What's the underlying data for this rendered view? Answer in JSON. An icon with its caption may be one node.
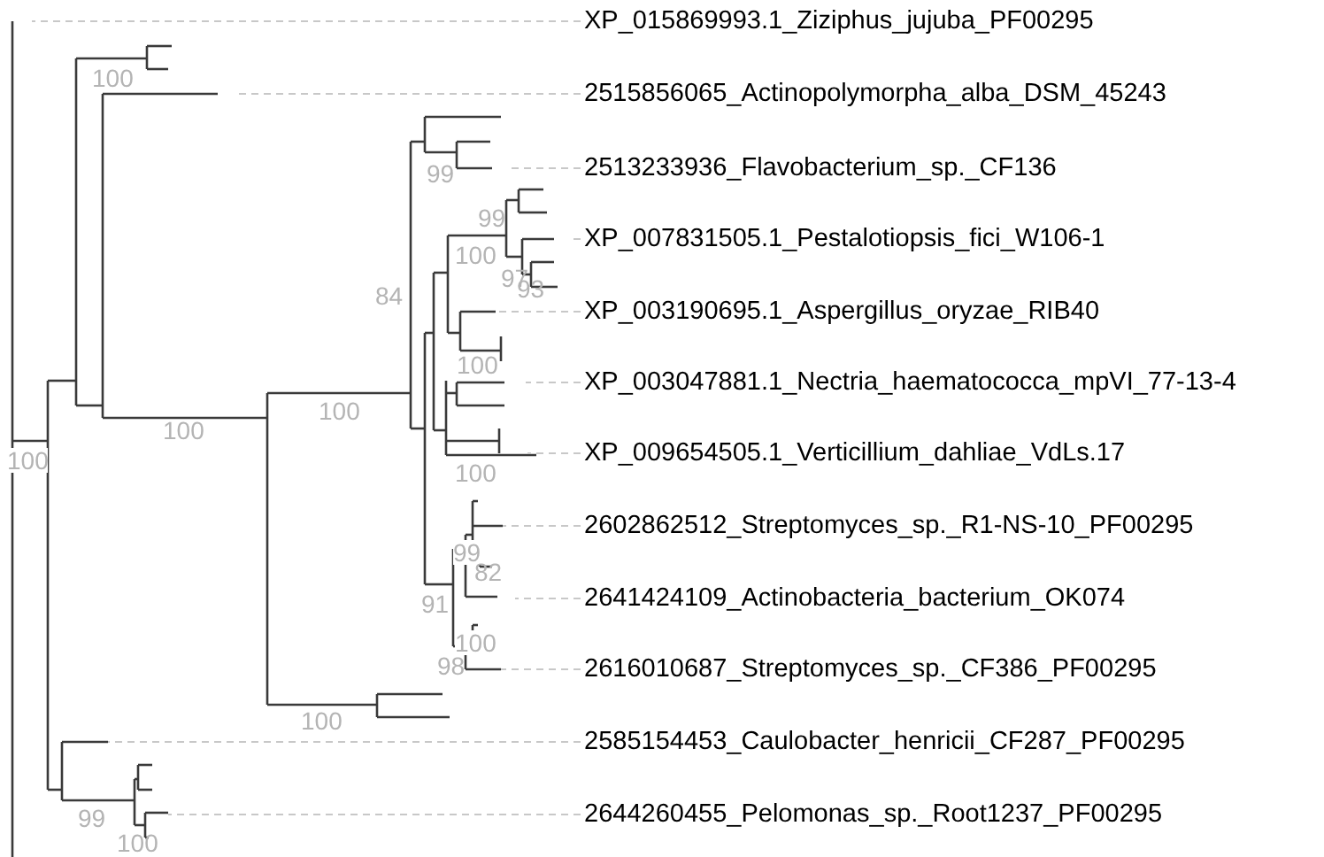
{
  "diagram": {
    "nodes": [
      {
        "text": [
          "XP_015869993.1_Ziziphus_jujuba_PF00295"
        ]
      },
      {
        "text": [
          "2515856065_Actinopolymorpha_alba_DSM_45243"
        ]
      },
      {
        "text": [
          "2513233936_Flavobacterium_sp._CF136"
        ]
      },
      {
        "text": [
          "XP_007831505.1_Pestalotiopsis_fici_W106-1"
        ]
      },
      {
        "text": [
          "XP_003190695.1_Aspergillus_oryzae_RIB40"
        ]
      },
      {
        "text": [
          "XP_003047881.1_Nectria_haematococca_mpVI_77-13-4"
        ]
      },
      {
        "text": [
          "XP_009654505.1_Verticillium_dahliae_VdLs.17"
        ]
      },
      {
        "text": [
          "2602862512_Streptomyces_sp._R1-NS-10_PF00295"
        ]
      },
      {
        "text": [
          "2641424109_Actinobacteria_bacterium_OK074"
        ]
      },
      {
        "text": [
          "2616010687_Streptomyces_sp._CF386_PF00295"
        ]
      },
      {
        "text": [
          "2585154453_Caulobacter_henricii_CF287_PF00295"
        ]
      },
      {
        "text": [
          "2644260455_Pelomonas_sp._Root1237_PF00295"
        ]
      }
    ],
    "edges": [
      {
        "from": 0,
        "to": null,
        "arrow": "none",
        "style": "dashed"
      },
      {
        "from": 1,
        "to": null,
        "arrow": "none",
        "style": "dashed"
      },
      {
        "from": 2,
        "to": null,
        "arrow": "none",
        "style": "dashed"
      },
      {
        "from": 3,
        "to": null,
        "arrow": "none",
        "style": "dashed"
      },
      {
        "from": 4,
        "to": null,
        "arrow": "none",
        "style": "dashed"
      },
      {
        "from": 5,
        "to": null,
        "arrow": "none",
        "style": "dashed"
      },
      {
        "from": 6,
        "to": null,
        "arrow": "none",
        "style": "dashed"
      },
      {
        "from": 7,
        "to": null,
        "arrow": "none",
        "style": "dashed"
      },
      {
        "from": 8,
        "to": null,
        "arrow": "none",
        "style": "dashed"
      },
      {
        "from": 9,
        "to": null,
        "arrow": "none",
        "style": "dashed"
      },
      {
        "from": 10,
        "to": null,
        "arrow": "none",
        "style": "dashed"
      },
      {
        "from": 11,
        "to": null,
        "arrow": "none",
        "style": "dashed"
      }
    ],
    "labels": [
      "100",
      "99",
      "99",
      "100",
      "97",
      "93",
      "84",
      "100",
      "100",
      "100",
      "100",
      "100",
      "99",
      "82",
      "91",
      "100",
      "98",
      "100",
      "99",
      "100"
    ]
  }
}
